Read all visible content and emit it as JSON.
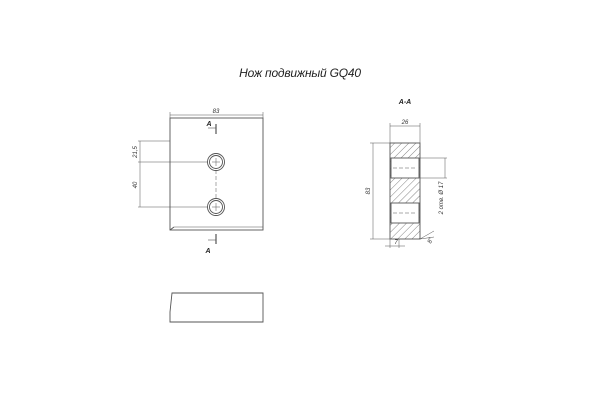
{
  "title": "Нож подвижный GQ40",
  "front_view": {
    "width_dim": "83",
    "top_offset_dim": "21,5",
    "hole_spacing_dim": "40",
    "section_mark_top": "A",
    "section_mark_bottom": "A"
  },
  "section_view": {
    "label": "A-A",
    "thickness_dim": "26",
    "height_dim": "83",
    "hole_note": "2 отв. Ø 17",
    "bevel_dim": "7",
    "angle_dim": "8°"
  },
  "colors": {
    "line": "#555555",
    "hatch": "#666666",
    "background": "#ffffff"
  }
}
